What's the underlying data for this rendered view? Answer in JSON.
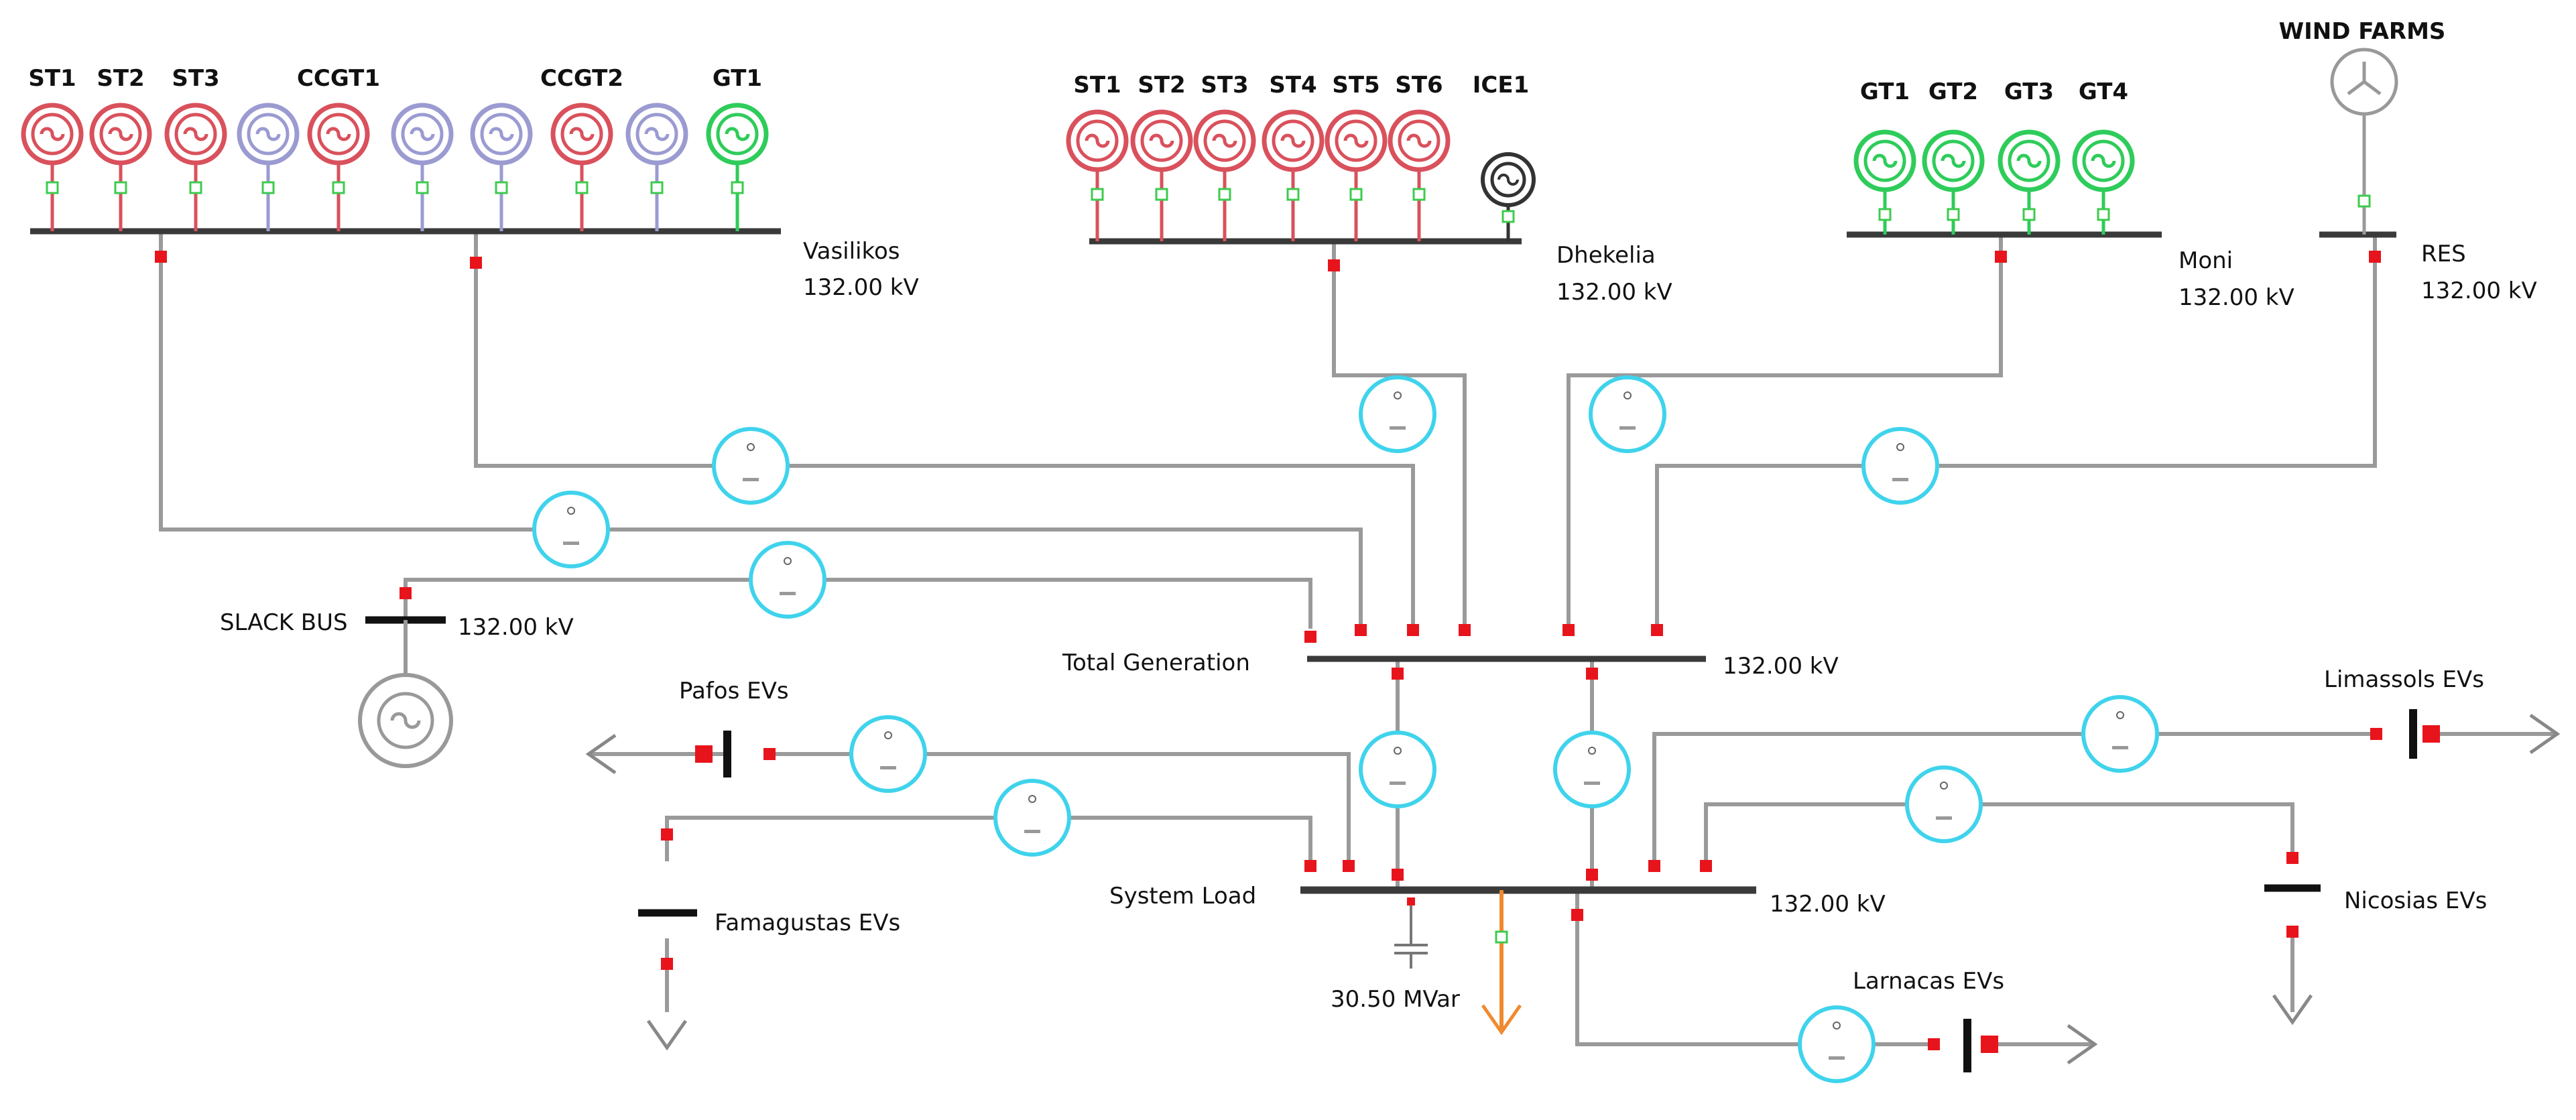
{
  "colors": {
    "steam": "#d9515c",
    "ccgt_aux": "#9b9bd2",
    "gas_turbine": "#2ecc5a",
    "ice": "#333333",
    "line": "#9a9a9a",
    "bus": "#3a3a3a",
    "transformer": "#3fd3ec",
    "breaker": "#e8141c",
    "connector": "#3ccb4e",
    "load_arrow": "#888888",
    "orange_load": "#f08a2e",
    "wind": "#999999",
    "slack": "#999999"
  },
  "generators": {
    "vasilikos": [
      {
        "label": "ST1",
        "kind": "steam"
      },
      {
        "label": "ST2",
        "kind": "steam"
      },
      {
        "label": "ST3",
        "kind": "steam"
      },
      {
        "label": "",
        "kind": "ccgt_aux"
      },
      {
        "label": "CCGT1",
        "kind": "steam"
      },
      {
        "label": "",
        "kind": "ccgt_aux"
      },
      {
        "label": "",
        "kind": "ccgt_aux"
      },
      {
        "label": "CCGT2",
        "kind": "steam"
      },
      {
        "label": "",
        "kind": "ccgt_aux"
      },
      {
        "label": "GT1",
        "kind": "gas_turbine"
      }
    ],
    "dhekelia": [
      {
        "label": "ST1",
        "kind": "steam"
      },
      {
        "label": "ST2",
        "kind": "steam"
      },
      {
        "label": "ST3",
        "kind": "steam"
      },
      {
        "label": "ST4",
        "kind": "steam"
      },
      {
        "label": "ST5",
        "kind": "steam"
      },
      {
        "label": "ST6",
        "kind": "steam"
      },
      {
        "label": "ICE1",
        "kind": "ice"
      }
    ],
    "moni": [
      {
        "label": "GT1",
        "kind": "gas_turbine"
      },
      {
        "label": "GT2",
        "kind": "gas_turbine"
      },
      {
        "label": "GT3",
        "kind": "gas_turbine"
      },
      {
        "label": "GT4",
        "kind": "gas_turbine"
      }
    ],
    "wind": {
      "label": "WIND FARMS"
    }
  },
  "buses": {
    "vasilikos": {
      "name": "Vasilikos",
      "voltage": "132.00 kV"
    },
    "dhekelia": {
      "name": "Dhekelia",
      "voltage": "132.00 kV"
    },
    "moni": {
      "name": "Moni",
      "voltage": "132.00 kV"
    },
    "res": {
      "name": "RES",
      "voltage": "132.00 kV"
    },
    "slack": {
      "name": "SLACK BUS",
      "voltage": "132.00 kV"
    },
    "total_generation": {
      "name": "Total Generation",
      "voltage": "132.00 kV"
    },
    "system_load": {
      "name": "System Load",
      "voltage": "132.00 kV"
    }
  },
  "loads": {
    "pafos": "Pafos EVs",
    "famagustas": "Famagustas EVs",
    "limassols": "Limassols EVs",
    "nicosias": "Nicosias EVs",
    "larnacas": "Larnacas EVs"
  },
  "shunt": {
    "value": "30.50 MVar"
  }
}
